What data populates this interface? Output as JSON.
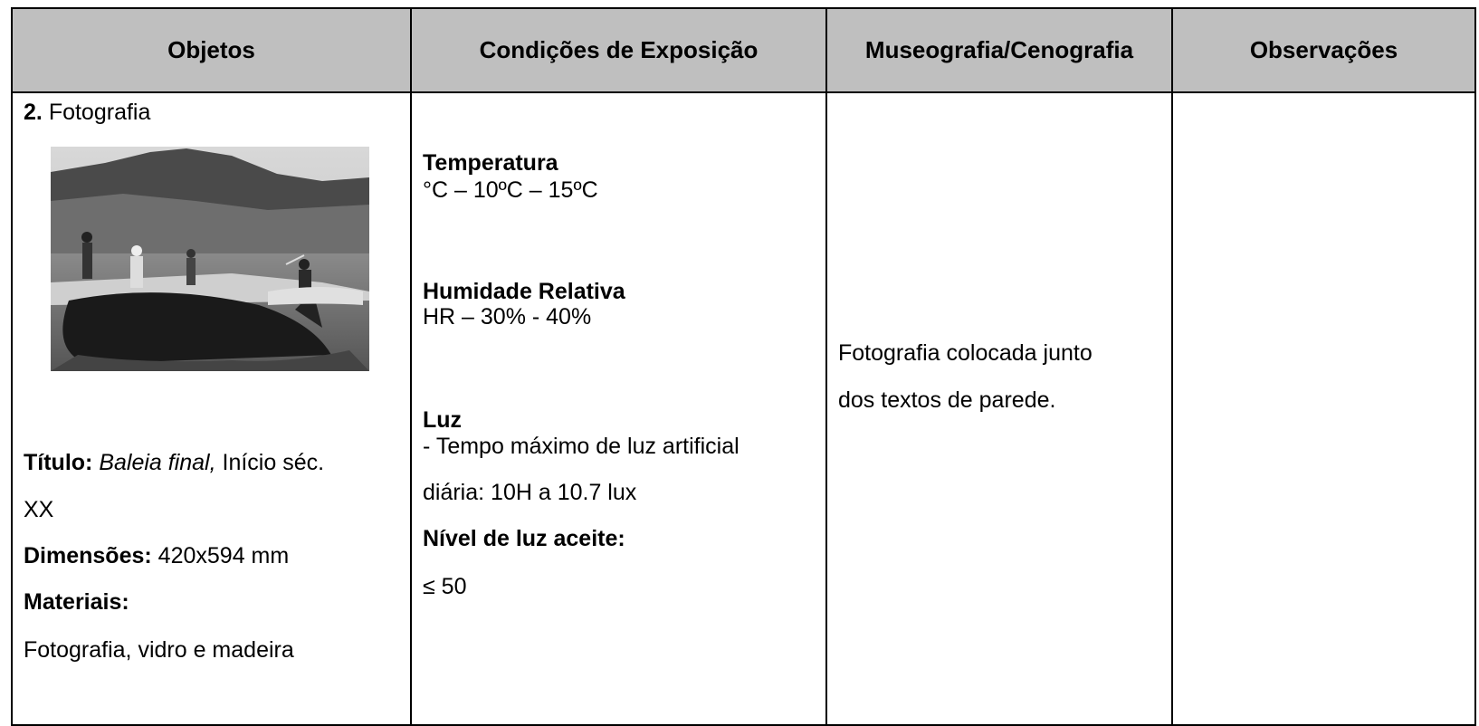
{
  "table": {
    "headers": [
      "Objetos",
      "Condições de Exposição",
      "Museografia/Cenografia",
      "Observações"
    ]
  },
  "objetos": {
    "number": "2.",
    "type": "Fotografia",
    "titulo_label": "Título:",
    "titulo_value": "Baleia final,",
    "titulo_date": "Início séc.",
    "titulo_date_cont": "XX",
    "dimensoes_label": "Dimensões:",
    "dimensoes_value": "420x594 mm",
    "materiais_label": "Materiais:",
    "materiais_value": "Fotografia, vidro e madeira"
  },
  "condicoes": {
    "temperatura_label": "Temperatura",
    "temperatura_value": "°C – 10ºC – 15ºC",
    "humidade_label": "Humidade Relativa",
    "humidade_value": "HR – 30% - 40%",
    "luz_label": "Luz",
    "luz_line1": "- Tempo máximo de luz artificial",
    "luz_line2": "diária: 10H a 10.7 lux",
    "nivel_label": "Nível de luz aceite:",
    "nivel_value": "≤ 50"
  },
  "museografia": {
    "line1": "Fotografia colocada junto",
    "line2": "dos textos de parede."
  },
  "observacoes": {}
}
